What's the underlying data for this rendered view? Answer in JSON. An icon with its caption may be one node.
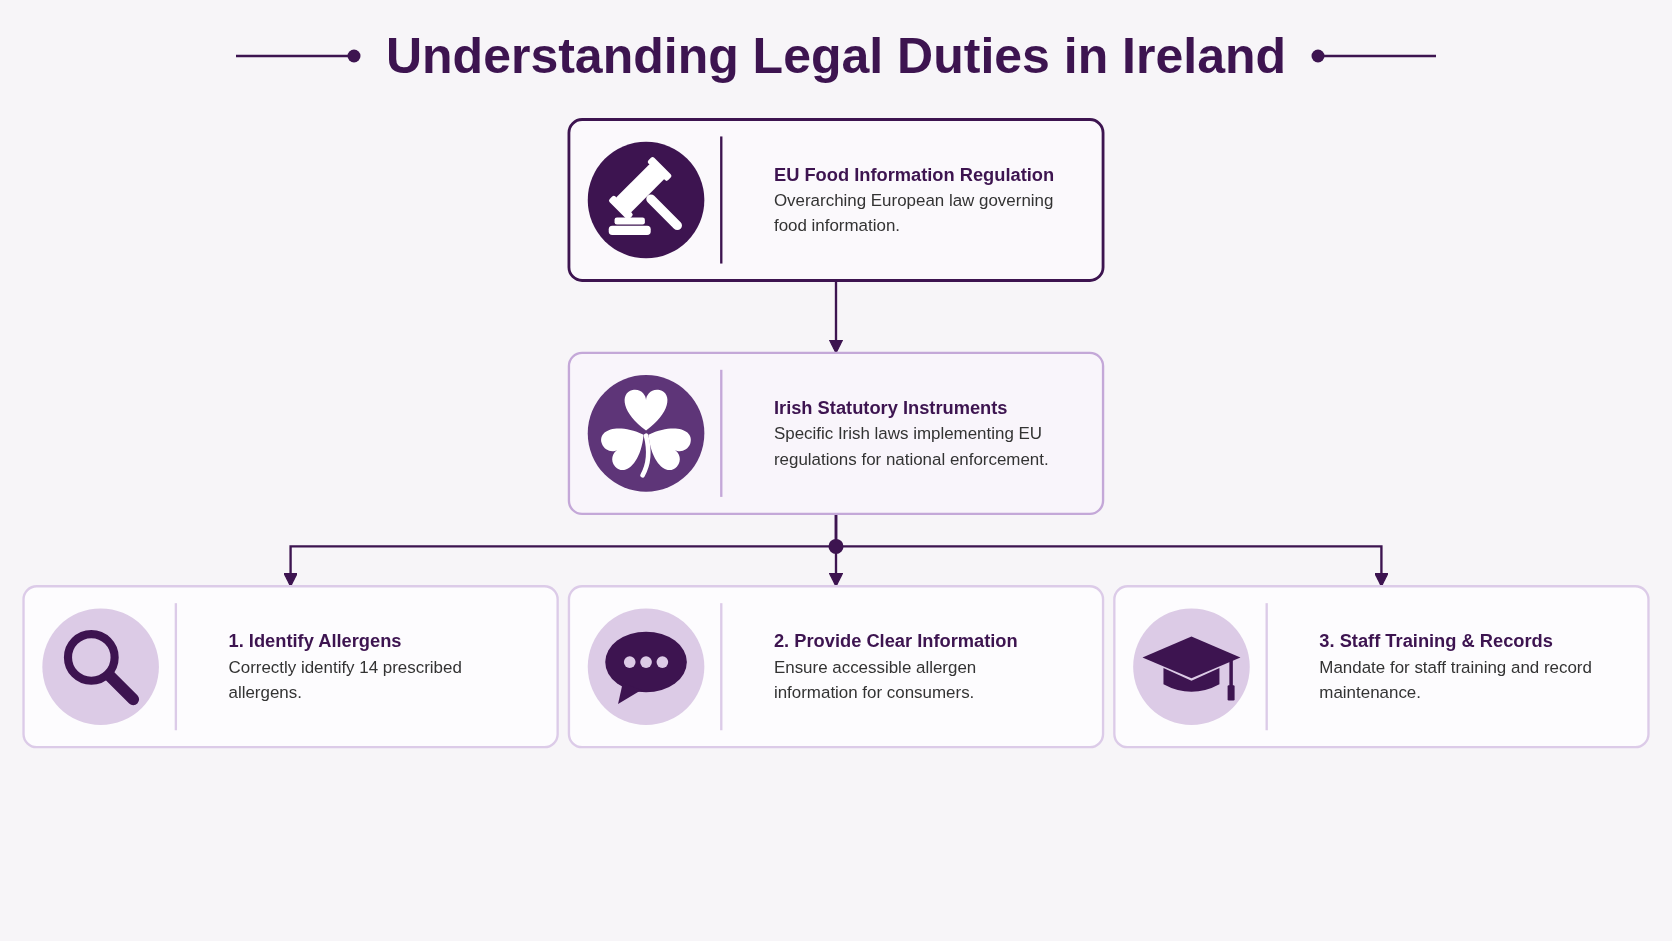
{
  "diagram": {
    "title": "Understanding Legal Duties in Ireland",
    "nodes": [
      {
        "text": [
          "EU Food Information Regulation",
          "Overarching European law governing food information."
        ]
      },
      {
        "text": [
          "Irish Statutory Instruments",
          "Specific Irish laws implementing EU regulations for national enforcement."
        ]
      },
      {
        "text": [
          "1. Identify Allergens",
          "Correctly identify 14 prescribed allergens."
        ]
      },
      {
        "text": [
          "2. Provide Clear Information",
          "Ensure accessible allergen information for consumers."
        ]
      },
      {
        "text": [
          "3. Staff Training & Records",
          "Mandate for staff training and record maintenance."
        ]
      }
    ],
    "edges": [
      {
        "from": 0,
        "to": 1,
        "arrow": "to"
      },
      {
        "from": 1,
        "to": 2,
        "arrow": "to"
      },
      {
        "from": 1,
        "to": 3,
        "arrow": "to"
      },
      {
        "from": 1,
        "to": 4,
        "arrow": "to"
      }
    ]
  }
}
